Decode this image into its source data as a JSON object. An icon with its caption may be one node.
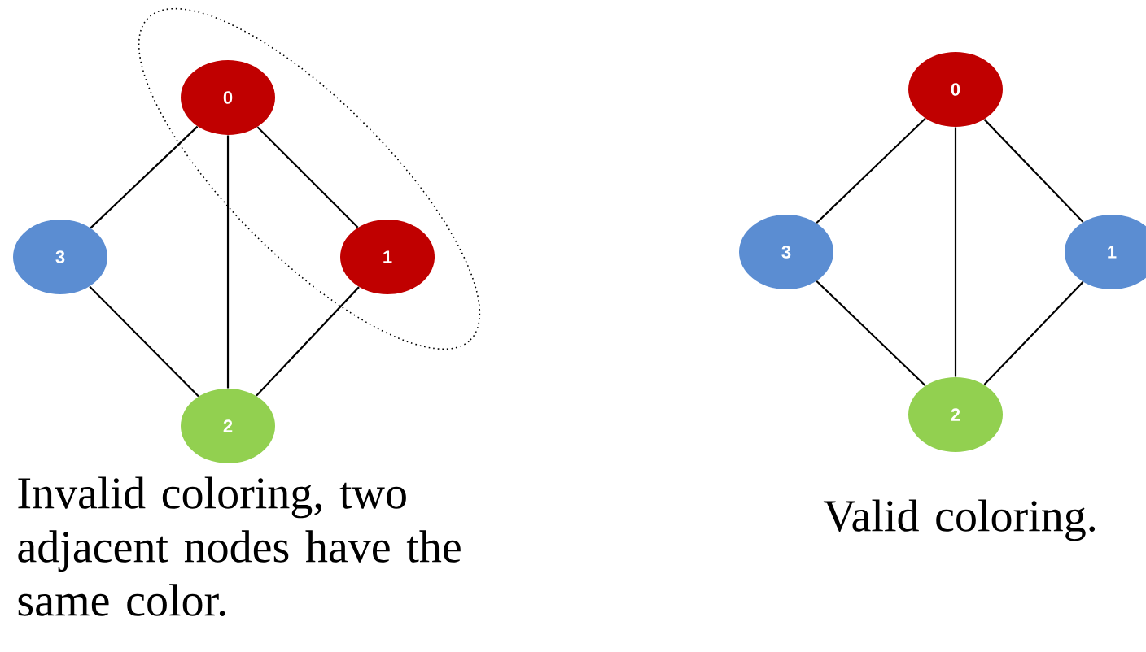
{
  "diagram": {
    "nodes": [
      {
        "text": [
          "0"
        ]
      },
      {
        "text": [
          "1"
        ]
      },
      {
        "text": [
          "2"
        ]
      },
      {
        "text": [
          "3"
        ]
      },
      {
        "text": [
          "0"
        ]
      },
      {
        "text": [
          "1"
        ]
      },
      {
        "text": [
          "2"
        ]
      },
      {
        "text": [
          "3"
        ]
      }
    ],
    "edges": [
      {
        "from": 0,
        "to": 3,
        "arrow": "none"
      },
      {
        "from": 0,
        "to": 1,
        "arrow": "none"
      },
      {
        "from": 0,
        "to": 2,
        "arrow": "none"
      },
      {
        "from": 3,
        "to": 2,
        "arrow": "none"
      },
      {
        "from": 1,
        "to": 2,
        "arrow": "none"
      },
      {
        "from": 4,
        "to": 7,
        "arrow": "none"
      },
      {
        "from": 4,
        "to": 5,
        "arrow": "none"
      },
      {
        "from": 4,
        "to": 6,
        "arrow": "none"
      },
      {
        "from": 7,
        "to": 6,
        "arrow": "none"
      },
      {
        "from": 5,
        "to": 6,
        "arrow": "none"
      }
    ],
    "labels": [
      "Invalid coloring, two adjacent nodes have the same color.",
      "Valid coloring."
    ]
  }
}
